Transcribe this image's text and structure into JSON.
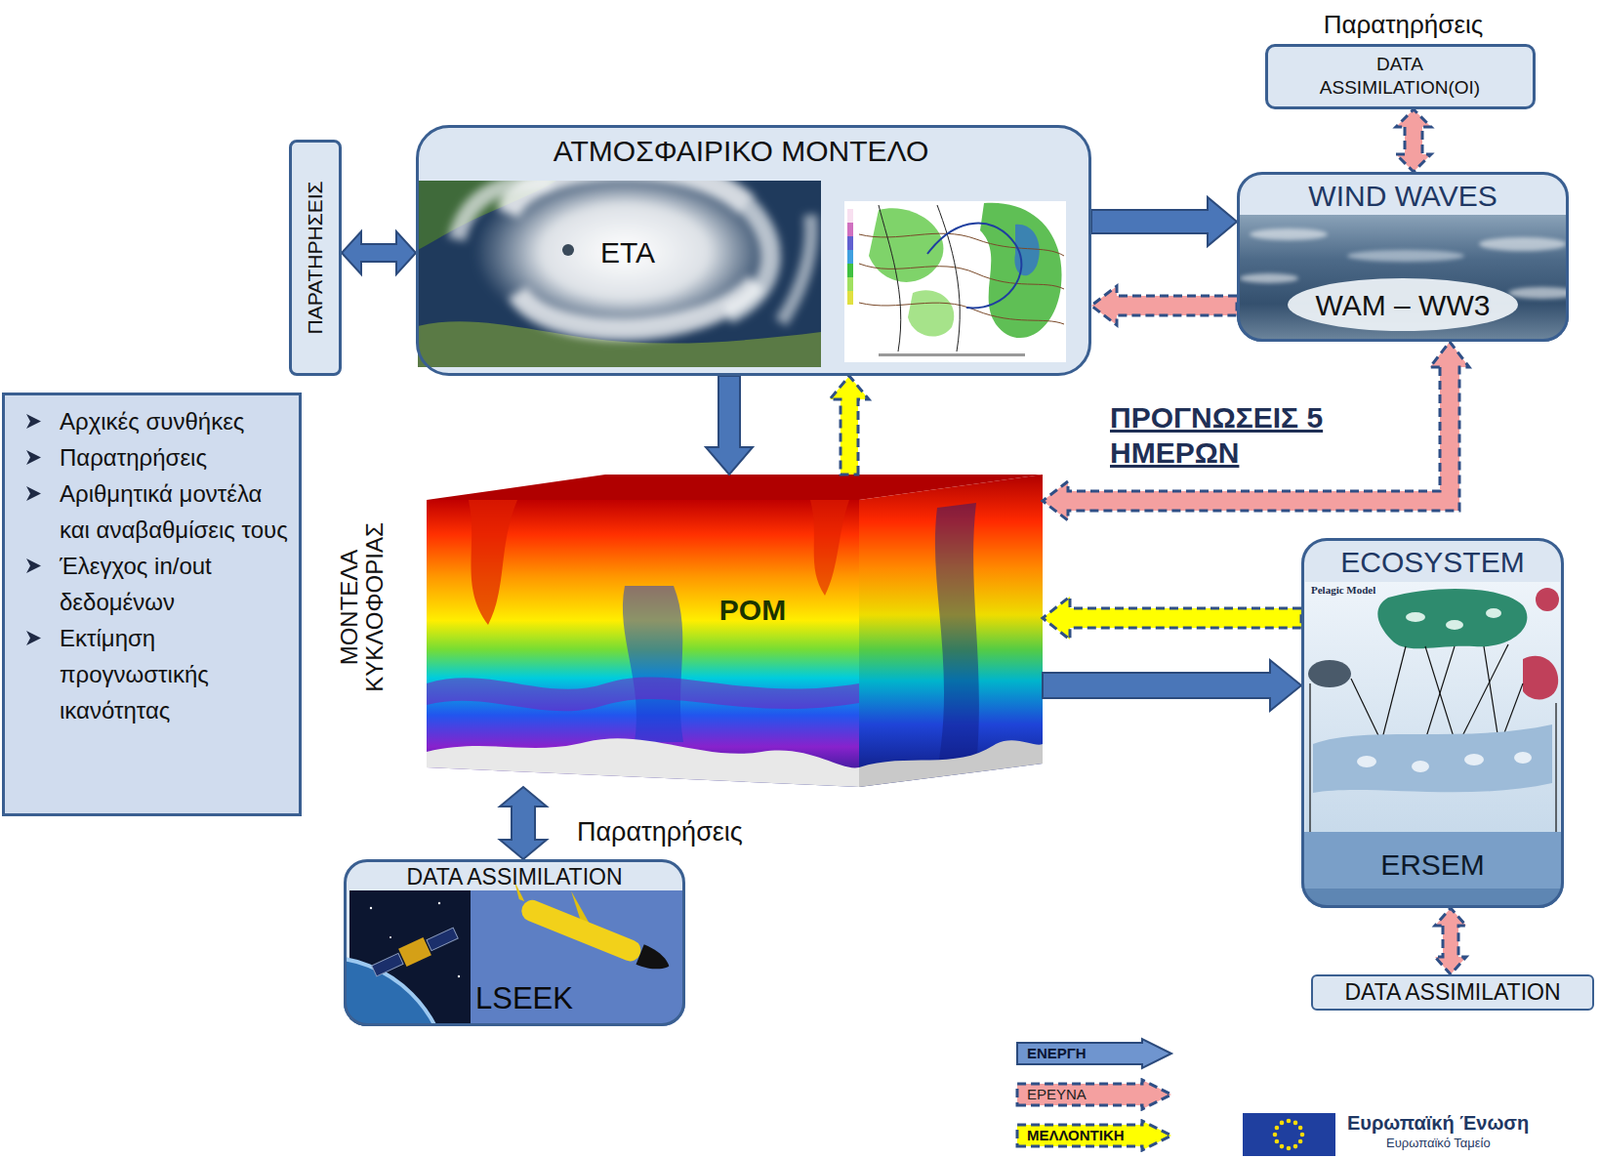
{
  "diagram": {
    "nodes": [
      {
        "text": [
          "Παρατηρήσεις",
          "DATA ASSIMILATION(OI)"
        ]
      },
      {
        "text": [
          "ΠΑΡΑΤΗΡΗΣΕΙΣ"
        ]
      },
      {
        "text": [
          "ΑΤΜΟΣΦΑΙΡΙΚΟ ΜΟΝΤΕΛΟ",
          "ETA"
        ]
      },
      {
        "text": [
          "WIND WAVES",
          "WAM – WW3"
        ]
      },
      {
        "text": [
          "Αρχικές συνθήκες",
          "Παρατηρήσεις",
          "Αριθμητικά μοντέλα και αναβαθμίσεις τους",
          "Έλεγχος in/out δεδομένων",
          "Εκτίμηση προγνωστικής ικανότητας"
        ]
      },
      {
        "text": [
          "ΜΟΝΤΕΛΑ ΚΥΚΛΟΦΟΡΙΑΣ",
          "POM"
        ]
      },
      {
        "text": [
          "ECOSYSTEM",
          "ERSEM"
        ]
      },
      {
        "text": [
          "DATA ASSIMILATION",
          "LSEEK"
        ]
      },
      {
        "text": [
          "DATA ASSIMILATION"
        ]
      }
    ],
    "edges": [
      {
        "from": 1,
        "to": 2,
        "arrow": "both"
      },
      {
        "from": 2,
        "to": 3,
        "arrow": "to"
      },
      {
        "from": 3,
        "to": 2,
        "arrow": "to"
      },
      {
        "from": 0,
        "to": 3,
        "arrow": "both"
      },
      {
        "from": 2,
        "to": 5,
        "arrow": "to"
      },
      {
        "from": 5,
        "to": 2,
        "arrow": "to"
      },
      {
        "from": 3,
        "to": 5,
        "arrow": "both"
      },
      {
        "from": 6,
        "to": 5,
        "arrow": "to"
      },
      {
        "from": 5,
        "to": 6,
        "arrow": "to"
      },
      {
        "from": 5,
        "to": 7,
        "arrow": "both",
        "label": "Παρατηρήσεις"
      },
      {
        "from": 6,
        "to": 8,
        "arrow": "both"
      }
    ],
    "labels": [
      "ΠΡΟΓΝΩΣΕΙΣ 5 ΗΜΕΡΩΝ",
      "Pelagic Model",
      "Ευρωπαϊκή Ένωση",
      "Ευρωπαϊκό Ταμείο"
    ],
    "legend": [
      {
        "text": "ΕΝΕΡΓΗ"
      },
      {
        "text": "ΕΡΕΥΝΑ"
      },
      {
        "text": "ΜΕΛΛΟΝΤΙΚΗ"
      }
    ]
  }
}
